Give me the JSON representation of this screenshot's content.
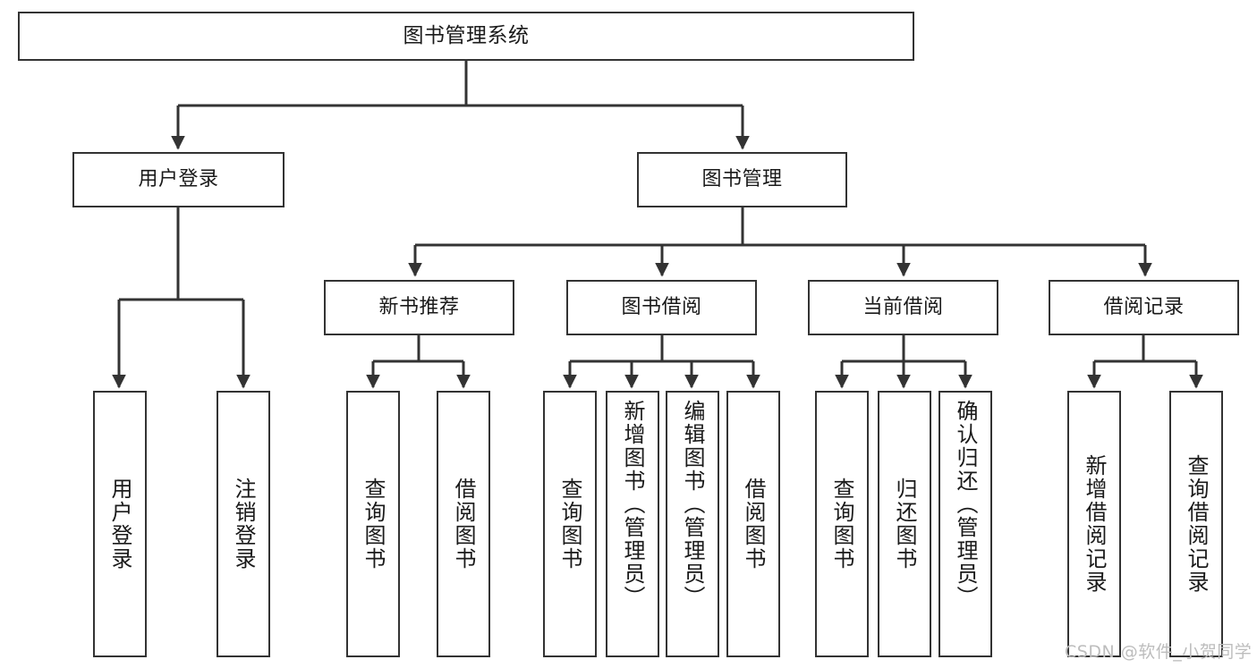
{
  "diagram": {
    "title": "图书管理系统",
    "type": "tree-hierarchy-chart",
    "watermark": "CSDN @软件_小贺同学",
    "stroke_color": "#333333",
    "fill_color": "#ffffff",
    "text_color": "#1a1a1a",
    "watermark_color": "#bdbdbd"
  },
  "nodes": {
    "root": {
      "label": "图书管理系统"
    },
    "level2": [
      {
        "id": "user-login",
        "label": "用户登录"
      },
      {
        "id": "book-management",
        "label": "图书管理"
      }
    ],
    "level3": [
      {
        "id": "new-book-recommend",
        "label": "新书推荐"
      },
      {
        "id": "book-borrow",
        "label": "图书借阅"
      },
      {
        "id": "current-borrow",
        "label": "当前借阅"
      },
      {
        "id": "borrow-record",
        "label": "借阅记录"
      }
    ],
    "leaves": {
      "user-login": [
        {
          "id": "leaf-user-login",
          "label": "用户登录"
        },
        {
          "id": "leaf-logout-login",
          "label": "注销登录"
        }
      ],
      "new-book-recommend": [
        {
          "id": "leaf-query-book-1",
          "label": "查询图书"
        },
        {
          "id": "leaf-borrow-book-1",
          "label": "借阅图书"
        }
      ],
      "book-borrow": [
        {
          "id": "leaf-query-book-2",
          "label": "查询图书"
        },
        {
          "id": "leaf-add-book",
          "label": "新增图书（管理员）"
        },
        {
          "id": "leaf-edit-book",
          "label": "编辑图书（管理员）"
        },
        {
          "id": "leaf-borrow-book-2",
          "label": "借阅图书"
        }
      ],
      "current-borrow": [
        {
          "id": "leaf-query-book-3",
          "label": "查询图书"
        },
        {
          "id": "leaf-return-book",
          "label": "归还图书"
        },
        {
          "id": "leaf-confirm-return",
          "label": "确认归还（管理员）"
        }
      ],
      "borrow-record": [
        {
          "id": "leaf-add-record",
          "label": "新增借阅记录"
        },
        {
          "id": "leaf-query-record",
          "label": "查询借阅记录"
        }
      ]
    }
  }
}
